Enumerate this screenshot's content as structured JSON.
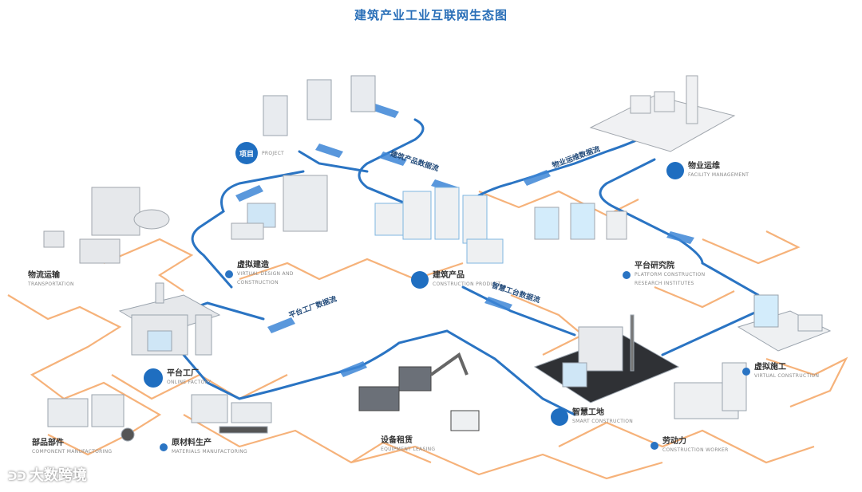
{
  "title": "建筑产业工业互联网生态图",
  "nodes": [
    {
      "cn": "项目",
      "en": "PROJECT"
    },
    {
      "cn": "物流运输",
      "en": "TRANSPORTATION"
    },
    {
      "cn": "虚拟建造",
      "en": "VIRTUAL DESIGN AND CONSTRUCTION"
    },
    {
      "cn": "建筑产品",
      "en": "CONSTRUCTION PRODUCT"
    },
    {
      "cn": "物业运维",
      "en": "FACILITY MANAGEMENT"
    },
    {
      "cn": "平台研究院",
      "en": "PLATFORM CONSTRUCTION RESEARCH INSTITUTES"
    },
    {
      "cn": "平台工厂",
      "en": "ONLINE FACTORY"
    },
    {
      "cn": "部品部件",
      "en": "COMPONENT MANUFACTORING"
    },
    {
      "cn": "原材料生产",
      "en": "MATERIALS MANUFACTORING"
    },
    {
      "cn": "设备租赁",
      "en": "EQUIPMENT LEASING"
    },
    {
      "cn": "智慧工地",
      "en": "SMART CONSTRUCTION"
    },
    {
      "cn": "劳动力",
      "en": "CONSTRUCTION WORKER"
    },
    {
      "cn": "虚拟施工",
      "en": "VIRTUAL CONSTRUCTION"
    }
  ],
  "flows": [
    "建筑产品数据流",
    "物业运维数据流",
    "平台工厂数据流",
    "智慧工台数据流"
  ],
  "watermark": "大数跨境",
  "colors": {
    "primary": "#1f6ec0",
    "orange": "#f5a868",
    "title": "#2a6fb8"
  }
}
